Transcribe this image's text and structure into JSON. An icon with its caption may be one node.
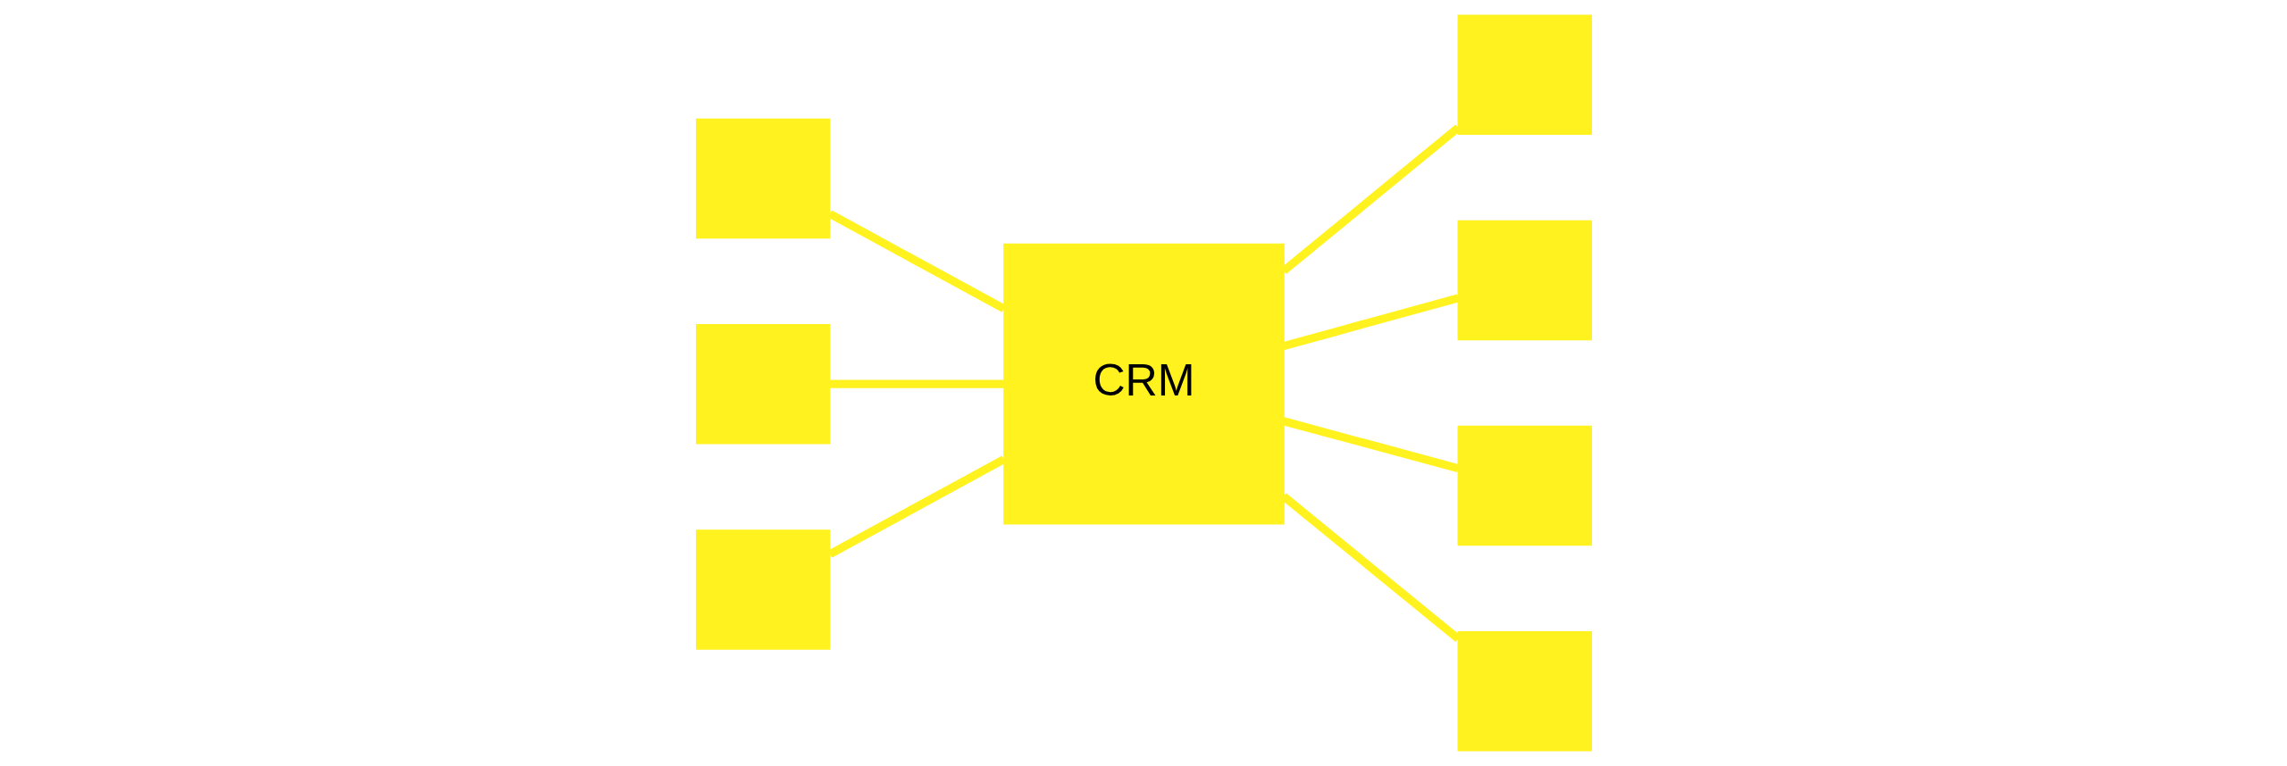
{
  "diagram": {
    "nodes": [
      {
        "text": [],
        "shape": "box"
      },
      {
        "text": [],
        "shape": "box"
      },
      {
        "text": [],
        "shape": "box"
      },
      {
        "text": [
          "CRM"
        ]
      },
      {
        "text": [],
        "shape": "box"
      },
      {
        "text": [],
        "shape": "box"
      },
      {
        "text": [],
        "shape": "box"
      },
      {
        "text": [],
        "shape": "box"
      }
    ],
    "edges": [
      {
        "from": 0,
        "to": 3,
        "arrow": "none"
      },
      {
        "from": 2,
        "to": 3,
        "arrow": "none"
      },
      {
        "from": 5,
        "to": 3,
        "arrow": "none"
      },
      {
        "from": 3,
        "to": 1,
        "arrow": "none"
      },
      {
        "from": 3,
        "to": 4,
        "arrow": "none"
      },
      {
        "from": 3,
        "to": 6,
        "arrow": "none"
      },
      {
        "from": 3,
        "to": 7,
        "arrow": "none"
      }
    ]
  }
}
